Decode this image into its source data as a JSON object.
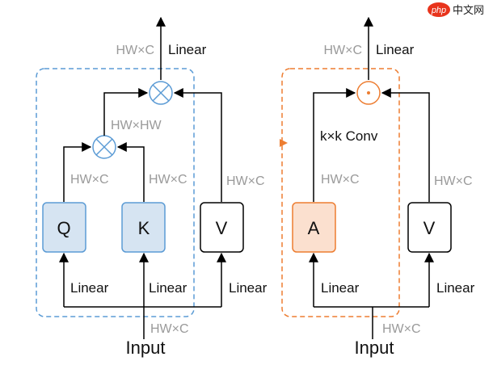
{
  "watermark": {
    "badge": "php",
    "text": "中文网"
  },
  "colors": {
    "blue_box_fill": "#d6e4f2",
    "blue_border": "#5b9bd5",
    "orange_border": "#ed7d31",
    "orange_fill": "#fbe0cf",
    "line": "#000000",
    "gray_text": "#9a9a9a"
  },
  "left": {
    "top_dim": "HW×C",
    "top_op": "Linear",
    "mid_dim": "HW×HW",
    "q_dim": "HW×C",
    "k_dim": "HW×C",
    "v_dim": "HW×C",
    "q_label": "Q",
    "k_label": "K",
    "v_label": "V",
    "q_linear": "Linear",
    "k_linear": "Linear",
    "v_linear": "Linear",
    "input_dim": "HW×C",
    "input_label": "Input",
    "op_symbol": "matrix-multiplication-icon"
  },
  "right": {
    "top_dim": "HW×C",
    "top_op": "Linear",
    "conv_label": "k×k Conv",
    "a_dim": "HW×C",
    "v_dim": "HW×C",
    "a_label": "A",
    "v_label": "V",
    "a_linear": "Linear",
    "v_linear": "Linear",
    "input_dim": "HW×C",
    "input_label": "Input",
    "op_symbol": "hadamard-product-icon"
  }
}
